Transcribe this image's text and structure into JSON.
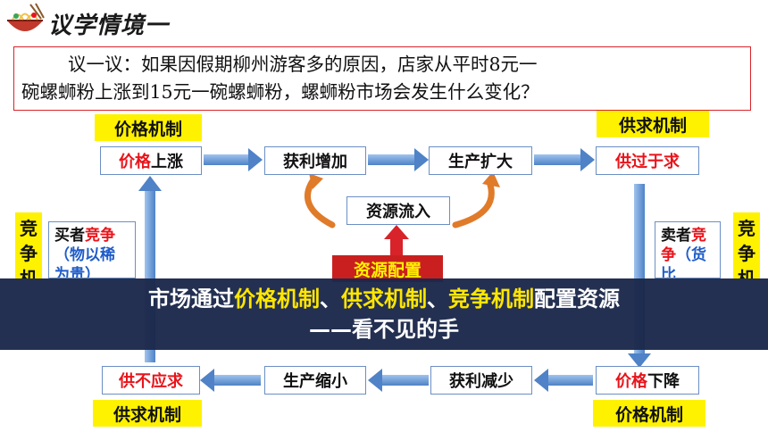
{
  "header": {
    "title": "议学情境一"
  },
  "question": {
    "line1": "议一议：如果因假期柳州游客多的原因，店家从平时8元一",
    "line2": "碗螺蛳粉上涨到15元一碗螺蛳粉，螺蛳粉市场会发生什么变化？"
  },
  "tags": {
    "price_mechanism_top": "价格机制",
    "supply_demand_top": "供求机制",
    "supply_demand_bottom": "供求机制",
    "price_mechanism_bottom": "价格机制"
  },
  "top_row": {
    "price_rise": {
      "red": "价格",
      "black": "上涨"
    },
    "profit_increase": "获利增加",
    "production_expand": "生产扩大",
    "supply_exceeds": "供过于求"
  },
  "resource_inflow": "资源流入",
  "resource_config": "资源配置",
  "bottom_row": {
    "supply_short": "供不应求",
    "production_shrink": "生产缩小",
    "profit_decrease": "获利减少",
    "price_fall": {
      "red": "价格",
      "black": "下降"
    }
  },
  "left_side": {
    "vertical_tag": "竞争机",
    "box_part1": "买者",
    "box_part2": "竞争",
    "box_part3": "（物以稀",
    "box_part4": "为贵）"
  },
  "right_side": {
    "vertical_tag": "竞争机",
    "box_part1": "卖者",
    "box_part2": "竞",
    "box_part3": "争",
    "box_part4": "（货",
    "box_part5": "比"
  },
  "banner": {
    "prefix": "市场通过",
    "hl1": "价格机制",
    "sep1": "、",
    "hl2": "供求机制",
    "sep2": "、",
    "hl3": "竞争机制",
    "suffix": "配置资源",
    "line2": "——看不见的手"
  },
  "colors": {
    "accent_red": "#e8141b",
    "tag_yellow": "#fff200",
    "banner_bg": "#1b284a",
    "arrow_blue": "#6f9fd8",
    "curve_orange": "#e07b2a"
  }
}
